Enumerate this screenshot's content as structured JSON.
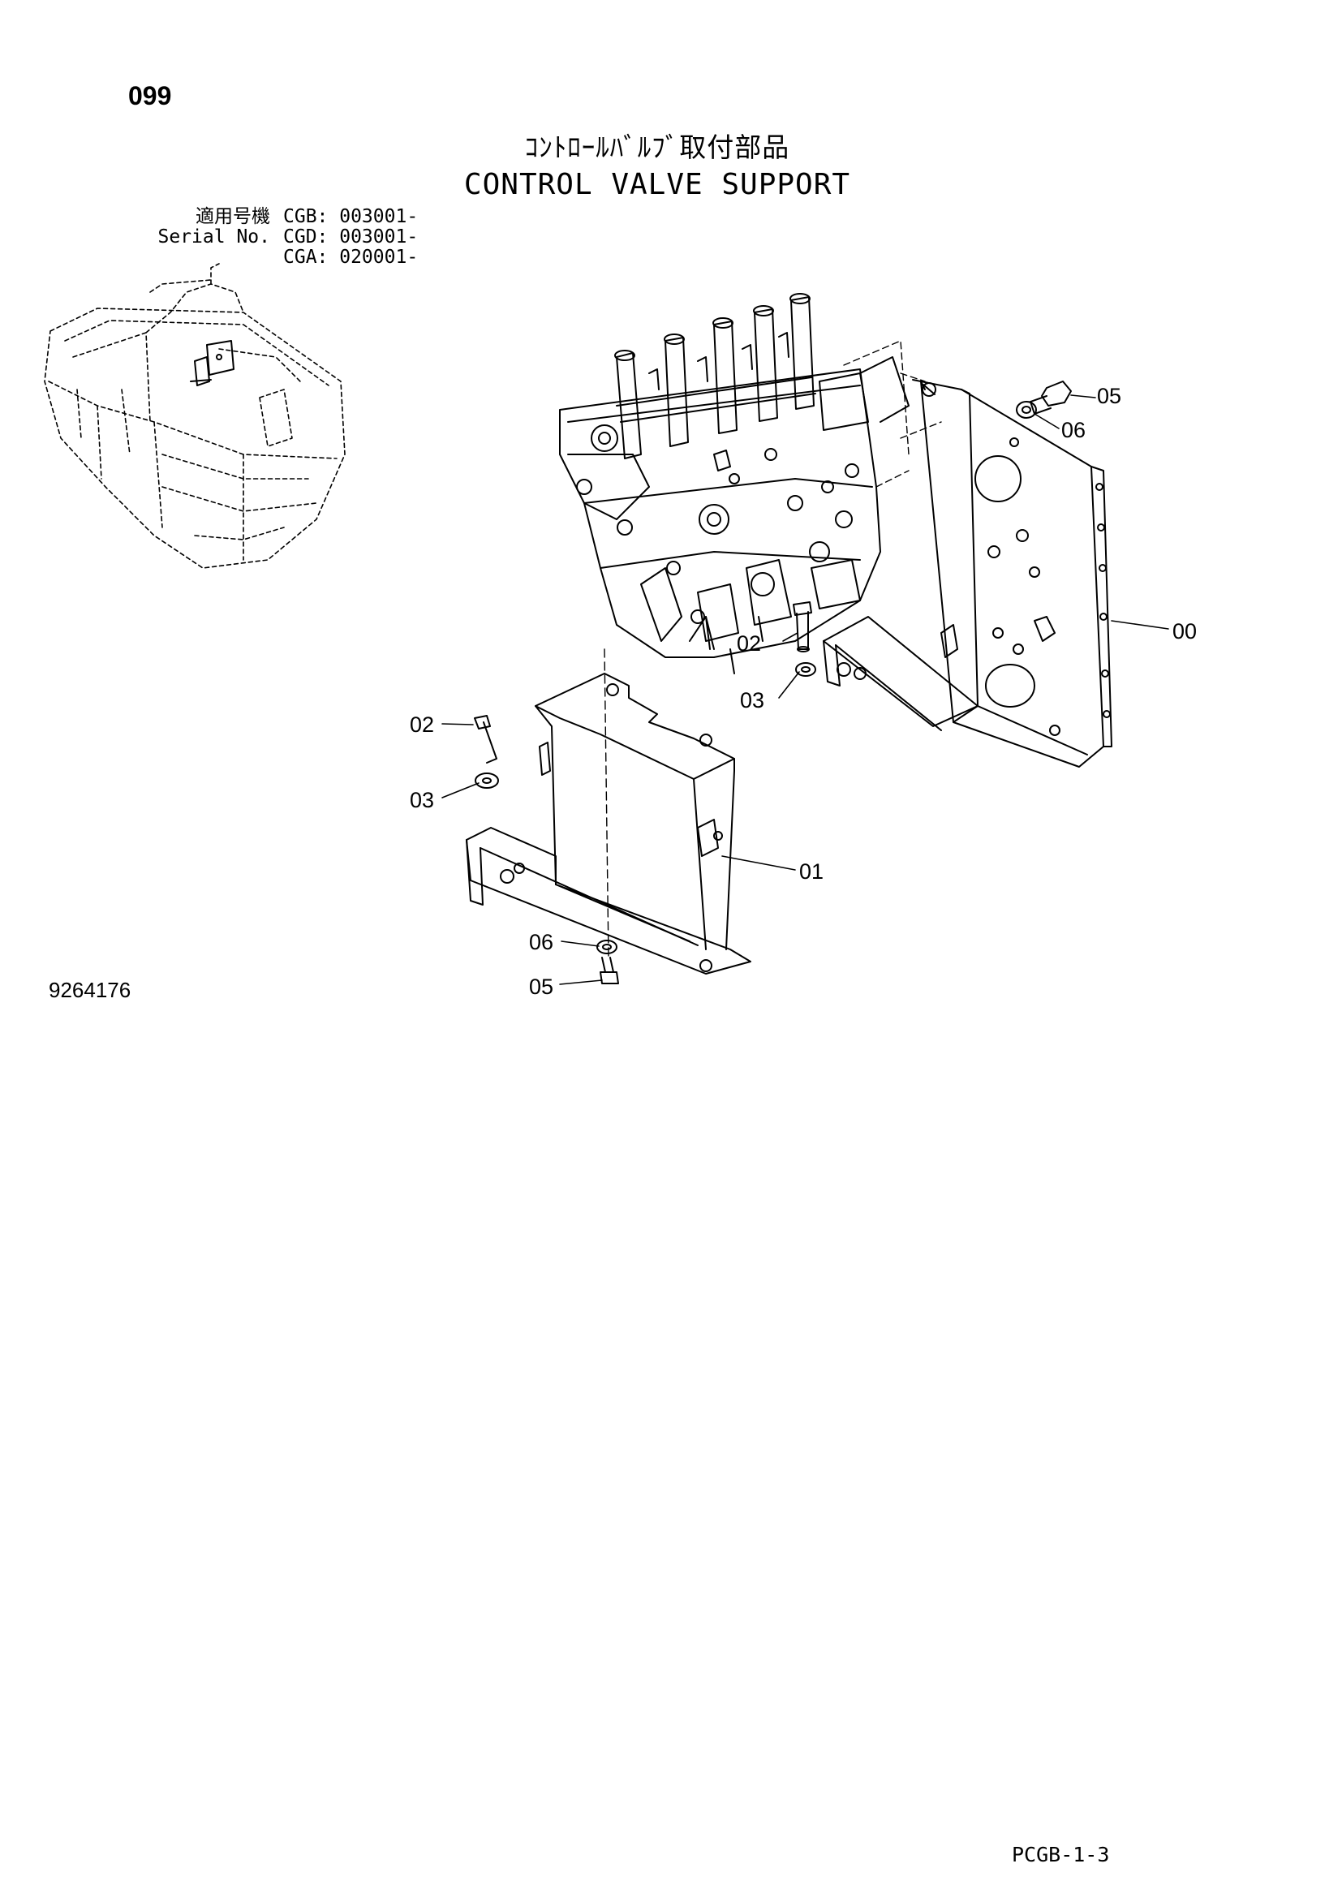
{
  "page_number": "099",
  "title": {
    "japanese": "ｺﾝﾄﾛｰﾙﾊﾞﾙﾌﾞ取付部品",
    "english": "CONTROL VALVE SUPPORT"
  },
  "serial": {
    "label_jp": "適用号機",
    "label_en": "Serial No.",
    "models": [
      "CGB: 003001-",
      "CGD: 003001-",
      "CGA: 020001-"
    ]
  },
  "drawing_number": "9264176",
  "footer_code": "PCGB-1-3",
  "callouts": [
    {
      "id": "c05a",
      "label": "05"
    },
    {
      "id": "c06a",
      "label": "06"
    },
    {
      "id": "c00",
      "label": "00"
    },
    {
      "id": "c02a",
      "label": "02"
    },
    {
      "id": "c03a",
      "label": "03"
    },
    {
      "id": "c02b",
      "label": "02"
    },
    {
      "id": "c03b",
      "label": "03"
    },
    {
      "id": "c01",
      "label": "01"
    },
    {
      "id": "c06b",
      "label": "06"
    },
    {
      "id": "c05b",
      "label": "05"
    }
  ]
}
